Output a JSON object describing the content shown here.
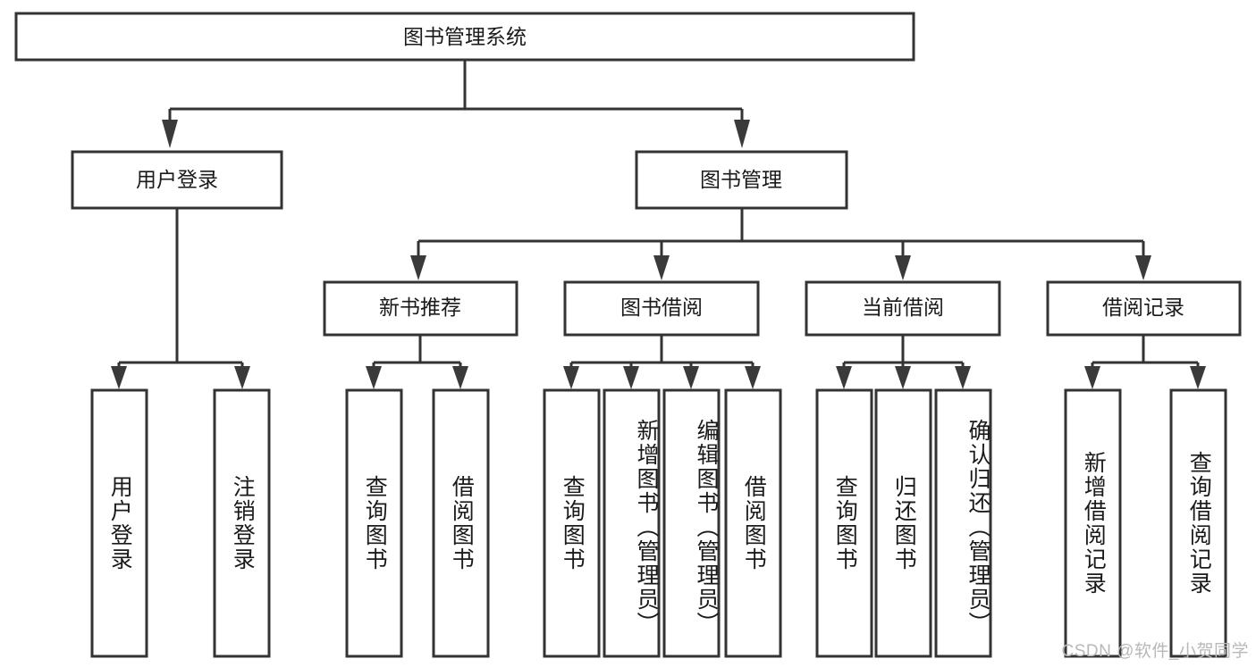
{
  "diagram": {
    "title": "图书管理系统",
    "type": "tree-hierarchy",
    "background_color": "#ffffff",
    "box_stroke_color": "#333333",
    "text_color": "#1a1a1a",
    "watermark": "CSDN @软件_小贺同学",
    "levels": {
      "root": {
        "label": "图书管理系统"
      },
      "level2": [
        {
          "label": "用户登录"
        },
        {
          "label": "图书管理"
        }
      ],
      "level3": [
        {
          "label": "新书推荐"
        },
        {
          "label": "图书借阅"
        },
        {
          "label": "当前借阅"
        },
        {
          "label": "借阅记录"
        }
      ]
    },
    "leaves": {
      "user_login": [
        {
          "label": "用户登录"
        },
        {
          "label": "注销登录"
        }
      ],
      "new_book_recommend": [
        {
          "label": "查询图书"
        },
        {
          "label": "借阅图书"
        }
      ],
      "book_borrow": [
        {
          "label": "查询图书"
        },
        {
          "label": "新增图书（管理员）"
        },
        {
          "label": "编辑图书（管理员）"
        },
        {
          "label": "借阅图书"
        }
      ],
      "current_borrow": [
        {
          "label": "查询图书"
        },
        {
          "label": "归还图书"
        },
        {
          "label": "确认归还（管理员）"
        }
      ],
      "borrow_record": [
        {
          "label": "新增借阅记录"
        },
        {
          "label": "查询借阅记录"
        }
      ]
    }
  }
}
